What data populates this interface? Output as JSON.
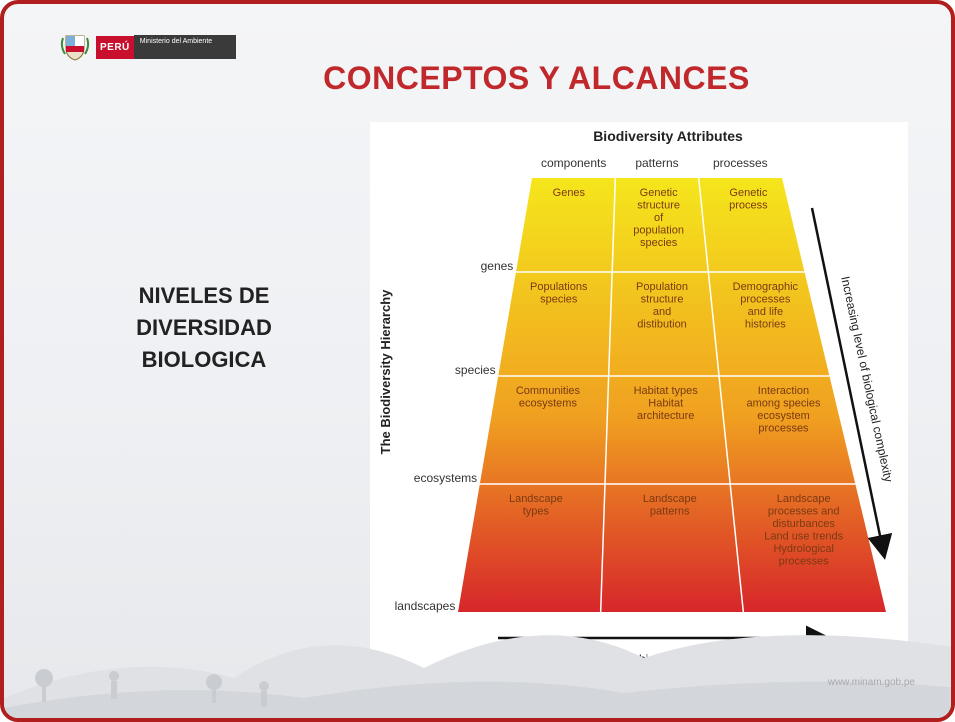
{
  "header": {
    "logo_country": "PERÚ",
    "logo_ministry": "Ministerio del Ambiente",
    "title": "CONCEPTOS Y ALCANCES"
  },
  "side": {
    "lines": [
      "NIVELES DE",
      "DIVERSIDAD",
      "BIOLOGICA"
    ]
  },
  "diagram": {
    "title": "Biodiversity Attributes",
    "columns": [
      "components",
      "patterns",
      "processes"
    ],
    "hierarchy_label": "The Biodiversity Hierarchy",
    "levels": [
      "genes",
      "species",
      "ecosystems",
      "landscapes"
    ],
    "cells": [
      [
        [
          "Genes"
        ],
        [
          "Genetic",
          "structure",
          "of",
          "population",
          "species"
        ],
        [
          "Genetic",
          "process"
        ]
      ],
      [
        [
          "Populations",
          "species"
        ],
        [
          "Population",
          "structure",
          "and",
          "distibution"
        ],
        [
          "Demographic",
          "processes",
          "and life",
          "histories"
        ]
      ],
      [
        [
          "Communities",
          "ecosystems"
        ],
        [
          "Habitat types",
          "Habitat",
          "architecture"
        ],
        [
          "Interaction",
          "among species",
          "ecosystem",
          "processes"
        ]
      ],
      [
        [
          "Landscape",
          "types"
        ],
        [
          "Landscape",
          "patterns"
        ],
        [
          "Landscape",
          "processes and",
          "disturbances",
          "Land use trends",
          "Hydrological",
          "processes"
        ]
      ]
    ],
    "complexity_label_bottom": "Increasing level of biological complexity",
    "complexity_label_side": "Increasing level of biological complexity",
    "colors": {
      "top": "#f5e61c",
      "mid": "#f0a020",
      "bottom": "#d7262a"
    }
  },
  "footer": {
    "url": "www.minam.gob.pe"
  }
}
